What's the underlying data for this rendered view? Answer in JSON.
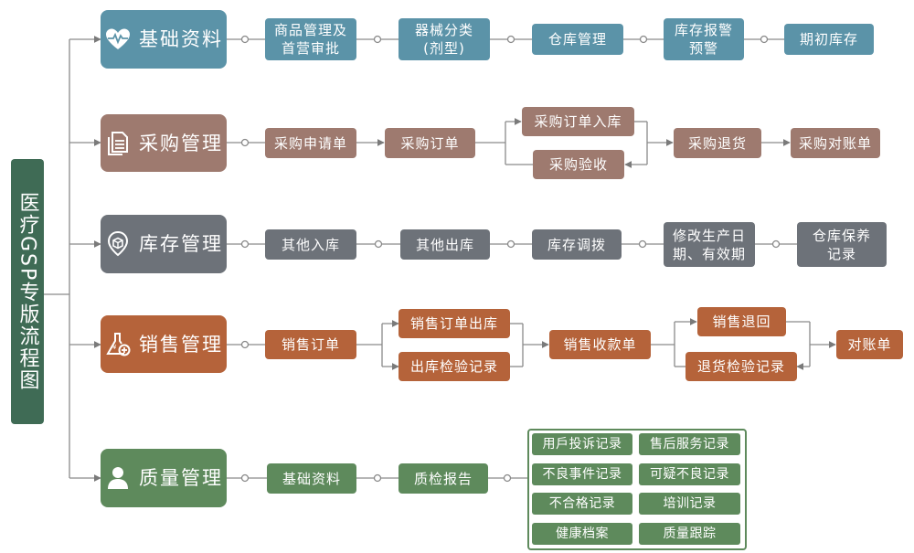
{
  "title": "医疗GSP专版流程图",
  "categories": {
    "base": {
      "label": "基础资料",
      "icon": "heart-pulse-icon"
    },
    "purchase": {
      "label": "采购管理",
      "icon": "document-icon"
    },
    "inventory": {
      "label": "库存管理",
      "icon": "warehouse-box-icon"
    },
    "sales": {
      "label": "销售管理",
      "icon": "flask-icon"
    },
    "quality": {
      "label": "质量管理",
      "icon": "user-icon"
    }
  },
  "base_row": [
    "商品管理及\n首营审批",
    "器械分类\n(剂型)",
    "仓库管理",
    "库存报警\n预警",
    "期初库存"
  ],
  "purchase_row": {
    "apply": "采购申请单",
    "order": "采购订单",
    "in": "采购订单入库",
    "check": "采购验收",
    "return": "采购退货",
    "statement": "采购对账单"
  },
  "inventory_row": [
    "其他入库",
    "其他出库",
    "库存调拨",
    "修改生产日\n期、有效期",
    "仓库保养\n记录"
  ],
  "sales_row": {
    "order": "销售订单",
    "out": "销售订单出库",
    "out_check": "出库检验记录",
    "receipt": "销售收款单",
    "return": "销售退回",
    "return_check": "退货检验记录",
    "statement": "对账单"
  },
  "quality_row": {
    "base": "基础资料",
    "report": "质检报告",
    "records": [
      "用戶投诉记录",
      "售后服务记录",
      "不良事件记录",
      "可疑不良记录",
      "不合格记录",
      "培训记录",
      "健康档案",
      "质量跟踪"
    ]
  },
  "colors": {
    "title": "#3f6b55",
    "base": "#5b93a8",
    "purchase": "#9e7a6f",
    "inventory": "#6d7279",
    "sales": "#b5633a",
    "quality": "#5e8a5c",
    "line": "#7a7a7a"
  }
}
